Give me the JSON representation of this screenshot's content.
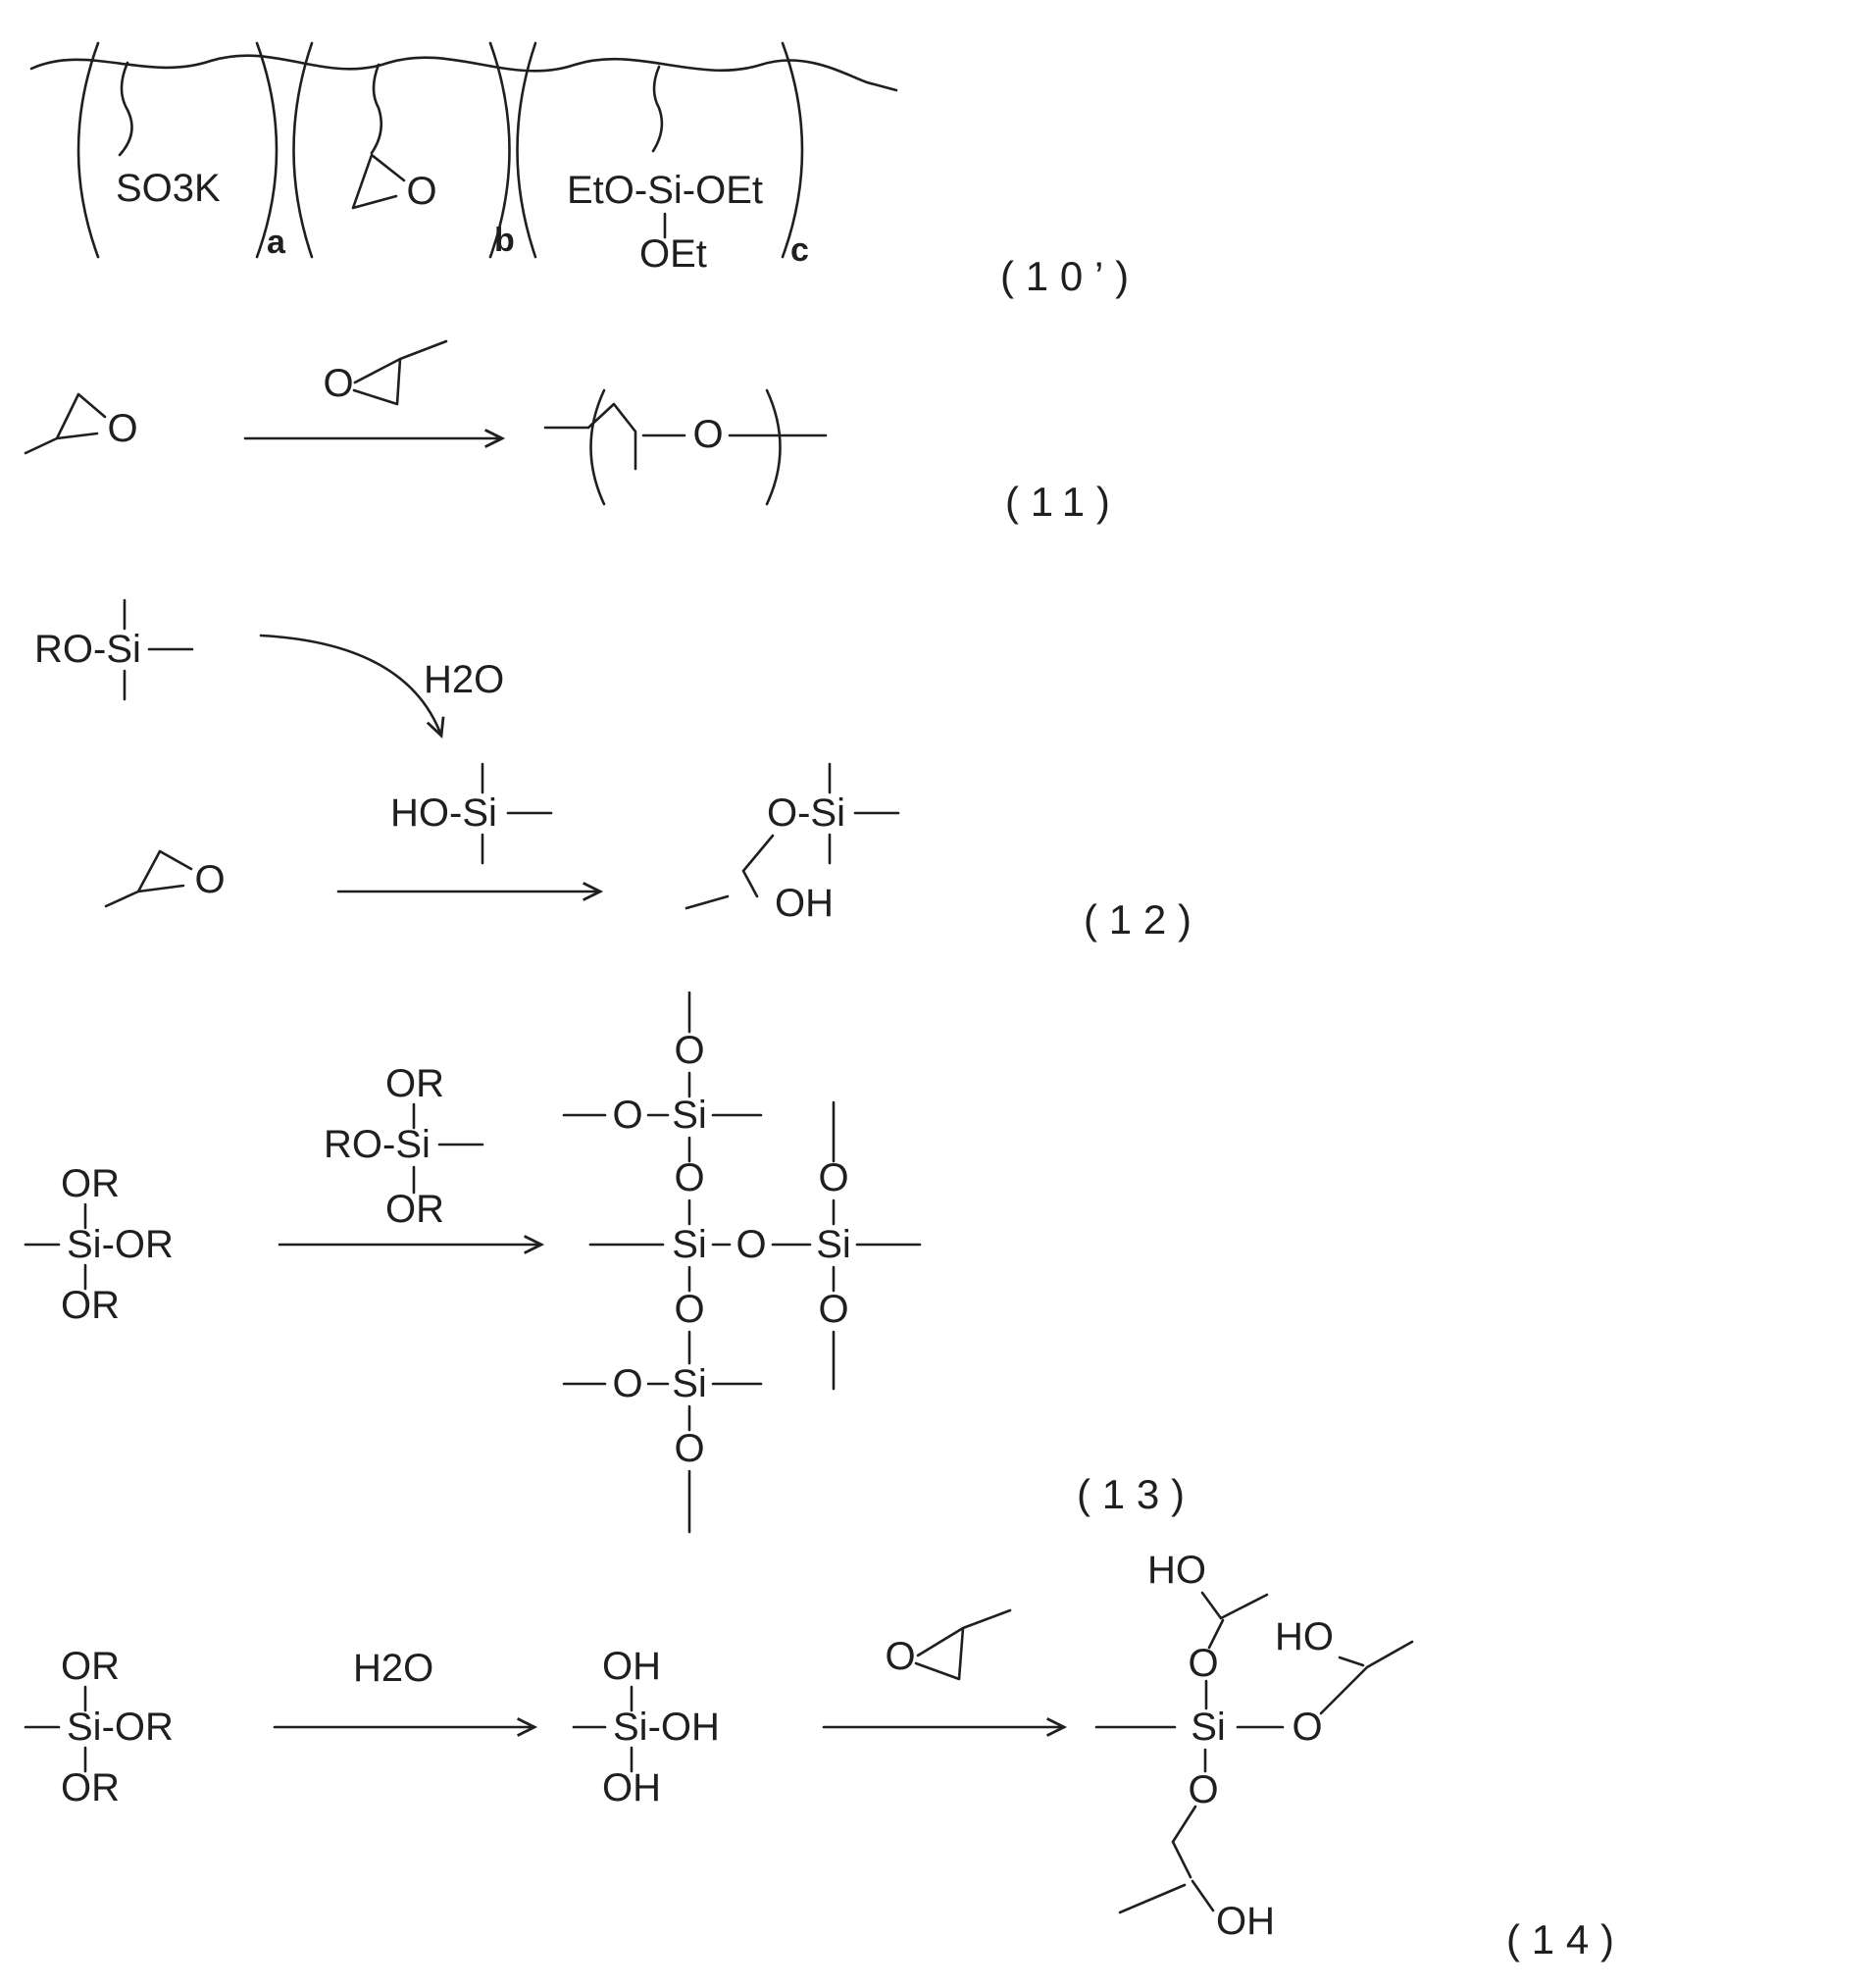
{
  "page": {
    "background": "#ffffff",
    "ink": "#1f1f1f"
  },
  "atoms": {
    "o": "O",
    "si": "Si",
    "oh": "OH",
    "ho": "HO",
    "or": "OR",
    "oet": "OEt",
    "h2o": "H2O"
  },
  "schemes": {
    "s10": {
      "pendant_sulfonate": "SO3K",
      "sub_a": "a",
      "sub_b": "b",
      "sub_c": "c",
      "triethoxysilyl": "EtO-Si-OEt",
      "eq": "(10’)"
    },
    "s11": {
      "eq": "(11)"
    },
    "s12": {
      "alkoxysilane": "RO-Si",
      "silanol": "HO-Si",
      "product_head": "O-Si",
      "eq": "(12)"
    },
    "s13": {
      "reactant_row": "Si-OR",
      "reagent_row": "RO-Si",
      "eq": "(13)"
    },
    "s14": {
      "reactant_row": "Si-OR",
      "silanetriol_row": "Si-OH",
      "eq": "(14)"
    }
  }
}
